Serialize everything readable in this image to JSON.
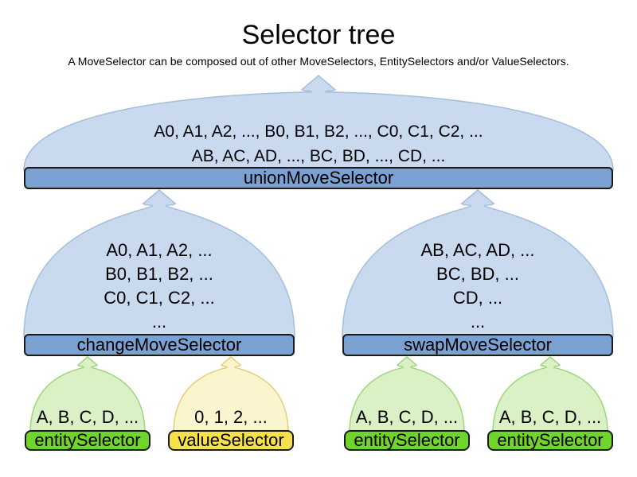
{
  "title": "Selector tree",
  "subtitle": "A MoveSelector can be composed out of other MoveSelectors, EntitySelectors and/or ValueSelectors.",
  "colors": {
    "text": "#000000",
    "bar-border": "#1a1a1a",
    "blue-bar": "#7aa1d2",
    "blue-cloud": "#c9d9ee",
    "blue-cloud-stroke": "#a4bedf",
    "green-bar": "#6fd42c",
    "green-cloud": "#d9f1c5",
    "green-cloud-stroke": "#9fd57d",
    "yellow-bar": "#f6e14b",
    "yellow-cloud": "#fbf5cf",
    "yellow-cloud-stroke": "#e3d170"
  },
  "nodes": {
    "union": {
      "label": "unionMoveSelector",
      "lines": [
        "A0, A1, A2, ..., B0, B1, B2, ..., C0, C1, C2, ...",
        "AB, AC, AD, ..., BC, BD, ..., CD, ..."
      ]
    },
    "change": {
      "label": "changeMoveSelector",
      "lines": [
        "A0, A1, A2, ...",
        "B0, B1, B2, ...",
        "C0, C1, C2, ...",
        "..."
      ]
    },
    "swap": {
      "label": "swapMoveSelector",
      "lines": [
        "AB, AC, AD, ...",
        "BC, BD, ...",
        "CD, ...",
        "..."
      ]
    },
    "entity1": {
      "label": "entitySelector",
      "lines": [
        "A, B, C, D, ..."
      ]
    },
    "value1": {
      "label": "valueSelector",
      "lines": [
        "0, 1, 2, ..."
      ]
    },
    "entity2": {
      "label": "entitySelector",
      "lines": [
        "A, B, C, D, ..."
      ]
    },
    "entity3": {
      "label": "entitySelector",
      "lines": [
        "A, B, C, D, ..."
      ]
    }
  }
}
